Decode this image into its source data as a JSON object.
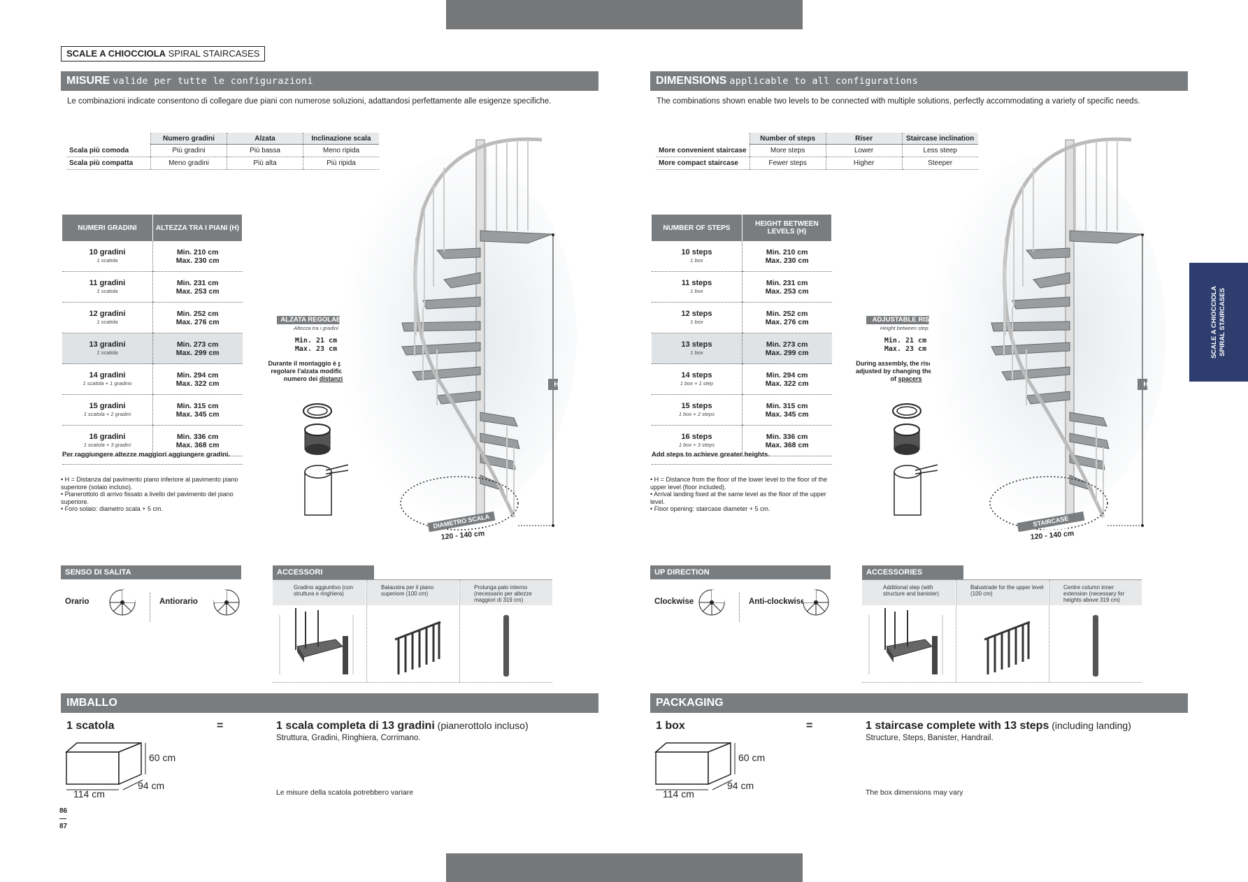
{
  "header": {
    "crumb_bold": "SCALE A CHIOCCIOLA",
    "crumb_rest": "SPIRAL STAIRCASES"
  },
  "side_tab": {
    "line1": "SCALE A CHIOCCIOLA",
    "line2": "SPIRAL STAIRCASES"
  },
  "page_numbers": {
    "left": "86",
    "sep": "—",
    "right": "87"
  },
  "it": {
    "misure_bold": "MISURE",
    "misure_rest": "valide per tutte le configurazioni",
    "intro": "Le combinazioni indicate consentono di collegare due piani con numerose soluzioni, adattandosi perfettamente alle esigenze specifiche.",
    "cmp_headers": [
      "Numero gradini",
      "Alzata",
      "Inclinazione scala"
    ],
    "cmp_rows": [
      [
        "Scala più comoda",
        "Più gradini",
        "Più bassa",
        "Meno ripida"
      ],
      [
        "Scala più compatta",
        "Meno gradini",
        "Più alta",
        "Più ripida"
      ]
    ],
    "steps_headers": [
      "NUMERI GRADINI",
      "ALTEZZA TRA I PIANI (H)"
    ],
    "steps": [
      {
        "name": "10 gradini",
        "sub": "1 scatola",
        "min": "Min. 210 cm",
        "max": "Max. 230 cm"
      },
      {
        "name": "11 gradini",
        "sub": "1 scatola",
        "min": "Min. 231 cm",
        "max": "Max. 253 cm"
      },
      {
        "name": "12 gradini",
        "sub": "1 scatola",
        "min": "Min. 252 cm",
        "max": "Max. 276 cm"
      },
      {
        "name": "13 gradini",
        "sub": "1 scatola",
        "min": "Min. 273 cm",
        "max": "Max. 299 cm"
      },
      {
        "name": "14 gradini",
        "sub": "1 scatola + 1 gradino",
        "min": "Min. 294 cm",
        "max": "Max. 322 cm"
      },
      {
        "name": "15 gradini",
        "sub": "1 scatola + 2 gradini",
        "min": "Min. 315 cm",
        "max": "Max. 345 cm"
      },
      {
        "name": "16 gradini",
        "sub": "1 scatola + 3 gradini",
        "min": "Min. 336 cm",
        "max": "Max. 368 cm"
      }
    ],
    "steps_note": "Per raggiungere altezze maggiori aggiungere gradini.",
    "bullets": [
      "• H = Distanza dal pavimento piano inferiore al pavimento piano superiore (solaio incluso).",
      "• Pianerottolo di arrivo fissato a livello del pavimento del piano superiore.",
      "• Foro solaio: diametro scala + 5 cm."
    ],
    "riser_title": "ALZATA REGOLABILE",
    "riser_sub": "Altezza tra i gradini",
    "riser_min": "Min. 21 cm",
    "riser_max": "Max. 23 cm",
    "riser_note_1": "Durante il montaggio è possibile regolare l'alzata modificando il numero dei",
    "riser_note_link": "distanziali",
    "diam_label": "DIAMETRO SCALA",
    "diam_value": "120 - 140 cm",
    "h_label": "H",
    "dir_title": "SENSO DI SALITA",
    "dir_cw": "Orario",
    "dir_acw": "Antiorario",
    "acc_title": "ACCESSORI",
    "acc_items": [
      "Gradino aggiuntivo (con struttura e ringhiera)",
      "Balaustra per il piano superiore (100 cm)",
      "Prolunga palo interno (necessario per altezze maggiori di 319 cm)"
    ],
    "pack_title": "IMBALLO",
    "pack_qty": "1 scatola",
    "pack_eq": "=",
    "pack_main_bold": "1 scala completa di 13 gradini",
    "pack_main_rest": "(pianerottolo incluso)",
    "pack_contents": "Struttura, Gradini, Ringhiera, Corrimano.",
    "pack_note": "Le misure della scatola potrebbero variare",
    "box_h": "60 cm",
    "box_d": "94 cm",
    "box_w": "114 cm"
  },
  "en": {
    "misure_bold": "DIMENSIONS",
    "misure_rest": "applicable to all configurations",
    "intro": "The combinations shown enable two levels to be connected with multiple solutions, perfectly accommodating a variety of specific needs.",
    "cmp_headers": [
      "Number of steps",
      "Riser",
      "Staircase inclination"
    ],
    "cmp_rows": [
      [
        "More convenient staircase",
        "More steps",
        "Lower",
        "Less steep"
      ],
      [
        "More compact staircase",
        "Fewer steps",
        "Higher",
        "Steeper"
      ]
    ],
    "steps_headers": [
      "NUMBER OF STEPS",
      "HEIGHT BETWEEN LEVELS (H)"
    ],
    "steps": [
      {
        "name": "10 steps",
        "sub": "1 box",
        "min": "Min. 210 cm",
        "max": "Max. 230 cm"
      },
      {
        "name": "11 steps",
        "sub": "1 box",
        "min": "Min. 231 cm",
        "max": "Max. 253 cm"
      },
      {
        "name": "12 steps",
        "sub": "1 box",
        "min": "Min. 252 cm",
        "max": "Max. 276 cm"
      },
      {
        "name": "13 steps",
        "sub": "1 box",
        "min": "Min. 273 cm",
        "max": "Max. 299 cm"
      },
      {
        "name": "14 steps",
        "sub": "1 box + 1 step",
        "min": "Min. 294 cm",
        "max": "Max. 322 cm"
      },
      {
        "name": "15 steps",
        "sub": "1 box + 2 steps",
        "min": "Min. 315 cm",
        "max": "Max. 345 cm"
      },
      {
        "name": "16 steps",
        "sub": "1 box + 3 steps",
        "min": "Min. 336 cm",
        "max": "Max. 368 cm"
      }
    ],
    "steps_note": "Add steps to achieve greater heights.",
    "bullets": [
      "• H = Distance from the floor of the lower level to the floor of the upper level (floor included).",
      "• Arrival landing fixed at the same level as the floor of the upper level.",
      "• Floor opening: staircase diameter + 5 cm."
    ],
    "riser_title": "ADJUSTABLE RISER",
    "riser_sub": "Height between steps",
    "riser_min": "Min. 21 cm",
    "riser_max": "Max. 23 cm",
    "riser_note_1": "During assembly, the riser can be adjusted by changing the number of",
    "riser_note_link": "spacers",
    "diam_label": "STAIRCASE DIAMETER",
    "diam_value": "120 - 140 cm",
    "h_label": "H",
    "dir_title": "UP DIRECTION",
    "dir_cw": "Clockwise",
    "dir_acw": "Anti-clockwise",
    "acc_title": "ACCESSORIES",
    "acc_items": [
      "Additional step (with structure and banister)",
      "Balustrade for the upper level (100 cm)",
      "Centre column inner extension (necessary for heights above 319 cm)"
    ],
    "pack_title": "PACKAGING",
    "pack_qty": "1 box",
    "pack_eq": "=",
    "pack_main_bold": "1 staircase complete with 13 steps",
    "pack_main_rest": "(including landing)",
    "pack_contents": "Structure, Steps, Banister, Handrail.",
    "pack_note": "The box dimensions may vary",
    "box_h": "60 cm",
    "box_d": "94 cm",
    "box_w": "114 cm"
  },
  "colors": {
    "bar_gray": "#7a7d80",
    "top_gray": "#757779",
    "side_blue": "#2c3d6e",
    "highlight": "#dfe3e6"
  }
}
